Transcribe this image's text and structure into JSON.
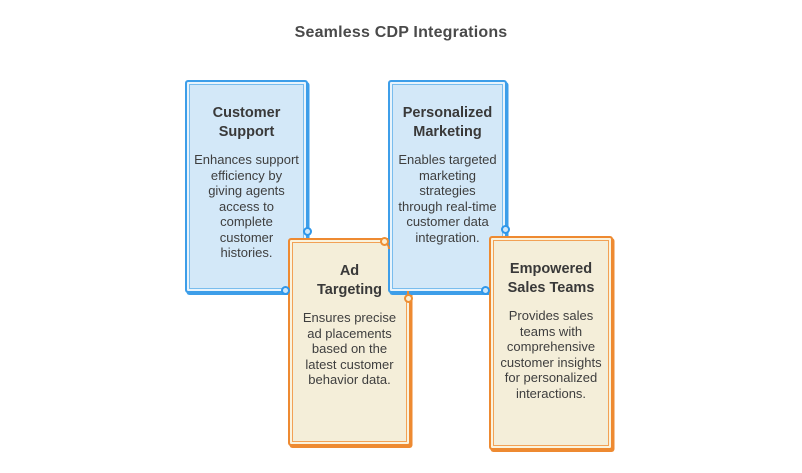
{
  "title": "Seamless CDP Integrations",
  "colors": {
    "blue_border": "#3d9ee9",
    "blue_fill": "#d3e8f8",
    "orange_border": "#ee8a31",
    "orange_fill": "#f4eed9",
    "heading_text": "#393939",
    "body_text": "#3e3e3e",
    "title_text": "#4a4a4a"
  },
  "cards": [
    {
      "id": "customer-support",
      "theme": "blue",
      "heading": [
        "Customer",
        "Support"
      ],
      "body": [
        "Enhances support",
        "efficiency by",
        "giving agents",
        "access to",
        "complete",
        "customer",
        "histories."
      ]
    },
    {
      "id": "personalized-marketing",
      "theme": "blue",
      "heading": [
        "Personalized",
        "Marketing"
      ],
      "body": [
        "Enables targeted",
        "marketing",
        "strategies",
        "through real-time",
        "customer data",
        "integration."
      ]
    },
    {
      "id": "ad-targeting",
      "theme": "orange",
      "heading": [
        "Ad",
        "Targeting"
      ],
      "body": [
        "Ensures precise",
        "ad placements",
        "based on the",
        "latest customer",
        "behavior data."
      ]
    },
    {
      "id": "empowered-sales-teams",
      "theme": "orange",
      "heading": [
        "Empowered",
        "Sales Teams"
      ],
      "body": [
        "Provides sales",
        "teams with",
        "comprehensive",
        "customer insights",
        "for personalized",
        "interactions."
      ]
    }
  ]
}
